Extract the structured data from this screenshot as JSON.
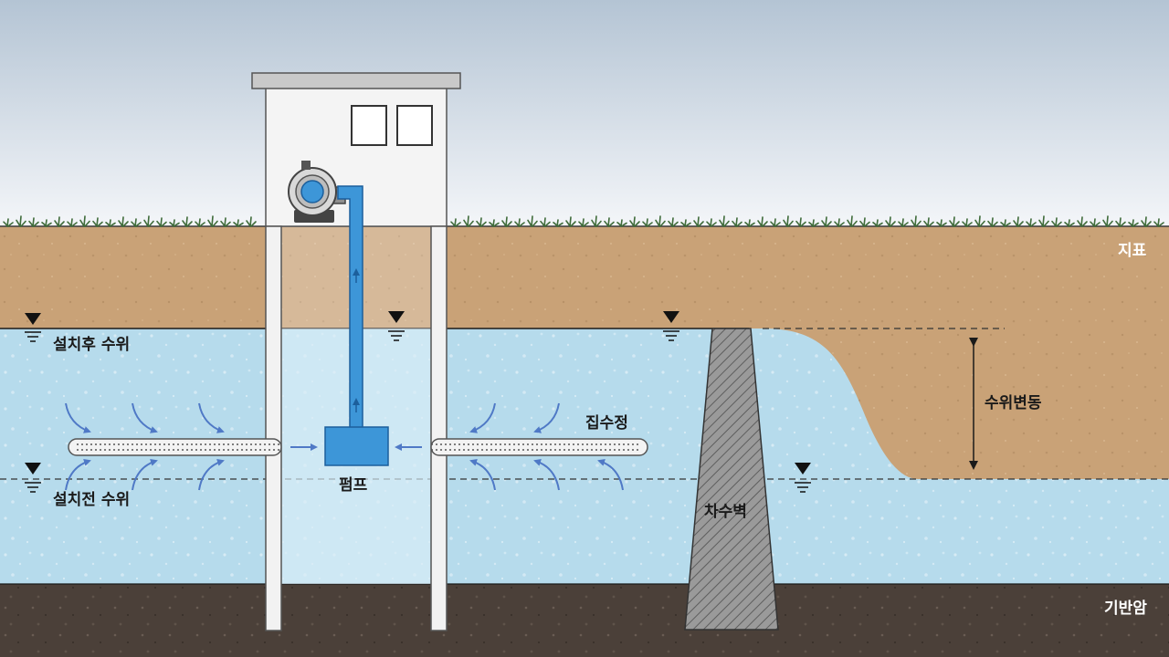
{
  "labels": {
    "ground_surface": "지표",
    "bedrock": "기반암",
    "water_level_after": "설치후 수위",
    "water_level_before": "설치전 수위",
    "collector_well": "집수정",
    "pump": "펌프",
    "cutoff_wall": "차수벽",
    "water_level_change": "수위변동"
  },
  "icons": {
    "water_table_marker": "inverted-triangle-icon",
    "flow_arrow": "curved-arrow-icon",
    "pump_motor": "pump-motor-icon",
    "grass": "grass-icon"
  },
  "colors": {
    "sky_top": "#b4c4d4",
    "sky_bottom": "#f4f6f9",
    "soil": "#c9a277",
    "groundwater": "#b6dbec",
    "bedrock": "#4b4039",
    "pipe": "#3d96d8",
    "wall": "#8c8c8c",
    "building": "#f4f4f4",
    "grass": "#3f6b3a"
  }
}
